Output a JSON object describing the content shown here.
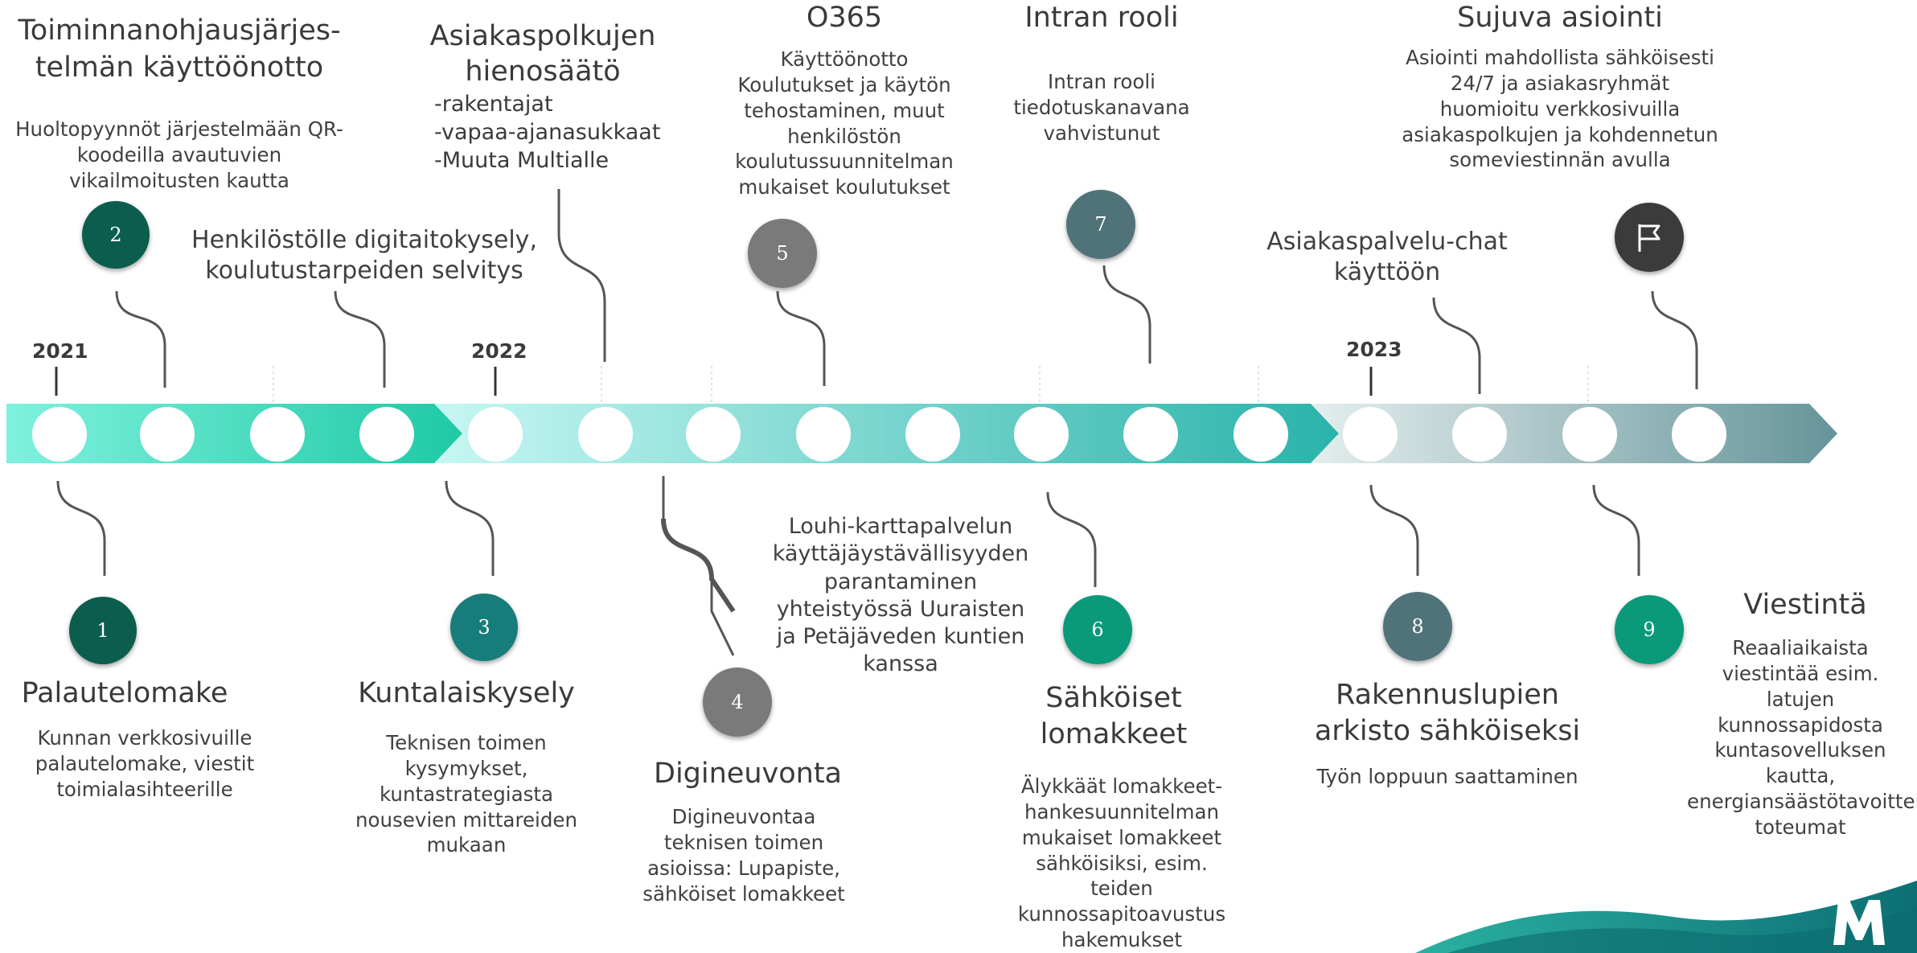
{
  "years": [
    "2021",
    "2022",
    "2023"
  ],
  "milestones": {
    "m1": {
      "num": "1",
      "title": "Palautelomake",
      "desc": "Kunnan verkkosivuille palautelomake, viestit toimialasihteerille"
    },
    "m2": {
      "num": "2",
      "title": "Toiminnanohjausjärjes-telmän käyttöönotto",
      "desc": "Huoltopyynnöt järjestelmään QR-koodeilla avautuvien vikailmoitusten kautta"
    },
    "m2b": {
      "desc": "Henkilöstölle digitaitokysely, koulutustarpeiden selvitys"
    },
    "m3": {
      "num": "3",
      "title": "Kuntalaiskysely",
      "desc": "Teknisen toimen kysymykset, kuntastrategiasta nousevien mittareiden mukaan"
    },
    "m3b": {
      "title": "Asiakaspolkujen hienosäätö",
      "bullets": [
        "-rakentajat",
        "-vapaa-ajanasukkaat",
        "-Muuta Multialle"
      ]
    },
    "m4": {
      "num": "4",
      "title": "Digineuvonta",
      "desc": "Digineuvontaa teknisen toimen asioissa: Lupapiste, sähköiset lomakkeet"
    },
    "m4b": {
      "desc": "Louhi-karttapalvelun käyttäjäystävällisyyden parantaminen yhteistyössä Uuraisten ja Petäjäveden kuntien kanssa"
    },
    "m5": {
      "num": "5",
      "title": "O365",
      "desc": "Käyttöönotto Koulutukset ja käytön tehostaminen, muut henkilöstön koulutussuunnitelman mukaiset koulutukset"
    },
    "m6": {
      "num": "6",
      "title": "Sähköiset lomakkeet",
      "desc": "Älykkäät lomakkeet-hankesuunnitelman mukaiset lomakkeet sähköisiksi, esim. teiden kunnossapitoavustus hakemukset"
    },
    "m7": {
      "num": "7",
      "title": "Intran rooli",
      "desc": "Intran rooli tiedotuskanavana vahvistunut"
    },
    "m7b": {
      "desc": "Asiakaspalvelu-chat käyttöön"
    },
    "m8": {
      "num": "8",
      "title": "Rakennuslupien arkisto sähköiseksi",
      "desc": "Työn loppuun saattaminen"
    },
    "m9": {
      "num": "9",
      "title": "Viestintä",
      "desc": "Reaaliaikaista viestintää esim. latujen kunnossapidosta kuntasovelluksen kautta, energiansäästötavoitteiden toteumat"
    },
    "m10": {
      "title": "Sujuva asiointi",
      "desc": "Asiointi mahdollista sähköisesti 24/7 ja asiakasryhmät huomioitu verkkosivuilla asiakaspolkujen ja kohdennetun someviestinnän avulla"
    }
  },
  "icons": {
    "flag": "flag-icon",
    "logo": "multia-logo"
  },
  "colors": {
    "dark_green": "#0b5e4d",
    "teal": "#177d7a",
    "grey": "#7a7a7a",
    "green": "#0a9a7a",
    "slate": "#4f7378",
    "dark": "#3b3b3b",
    "logo_wave": "#0f7f7a"
  }
}
